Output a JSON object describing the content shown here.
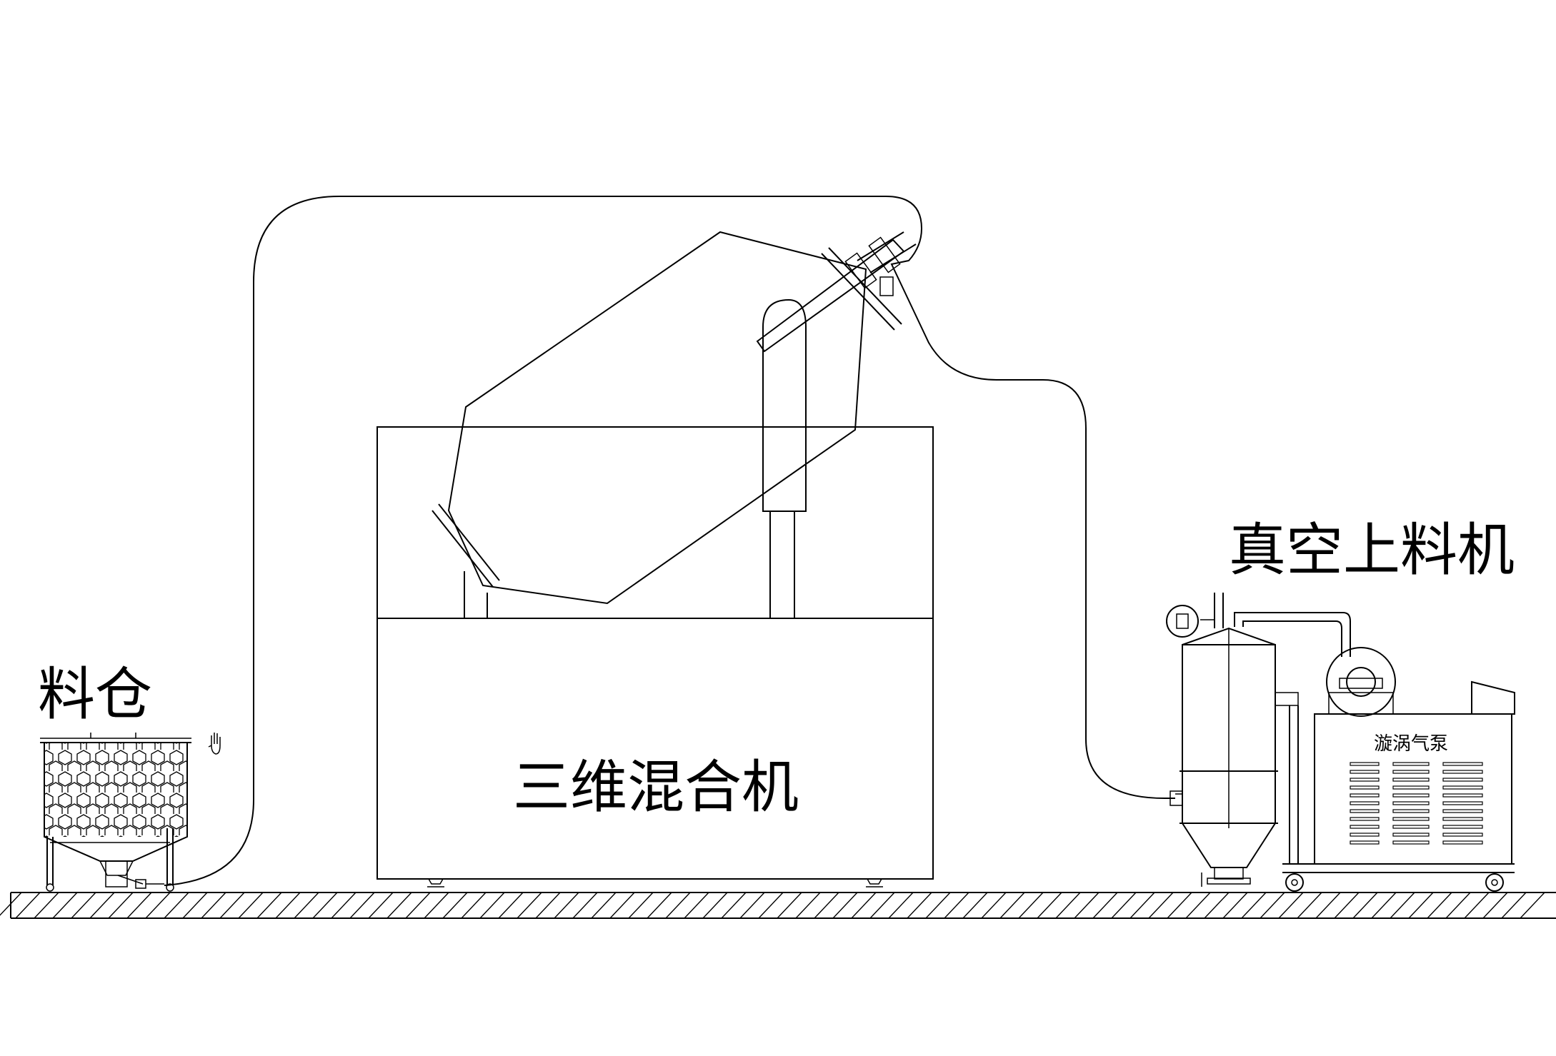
{
  "labels": {
    "hopper": "料仓",
    "mixer": "三维混合机",
    "vacuum_loader": "真空上料机",
    "vortex_pump": "漩涡气泵"
  }
}
